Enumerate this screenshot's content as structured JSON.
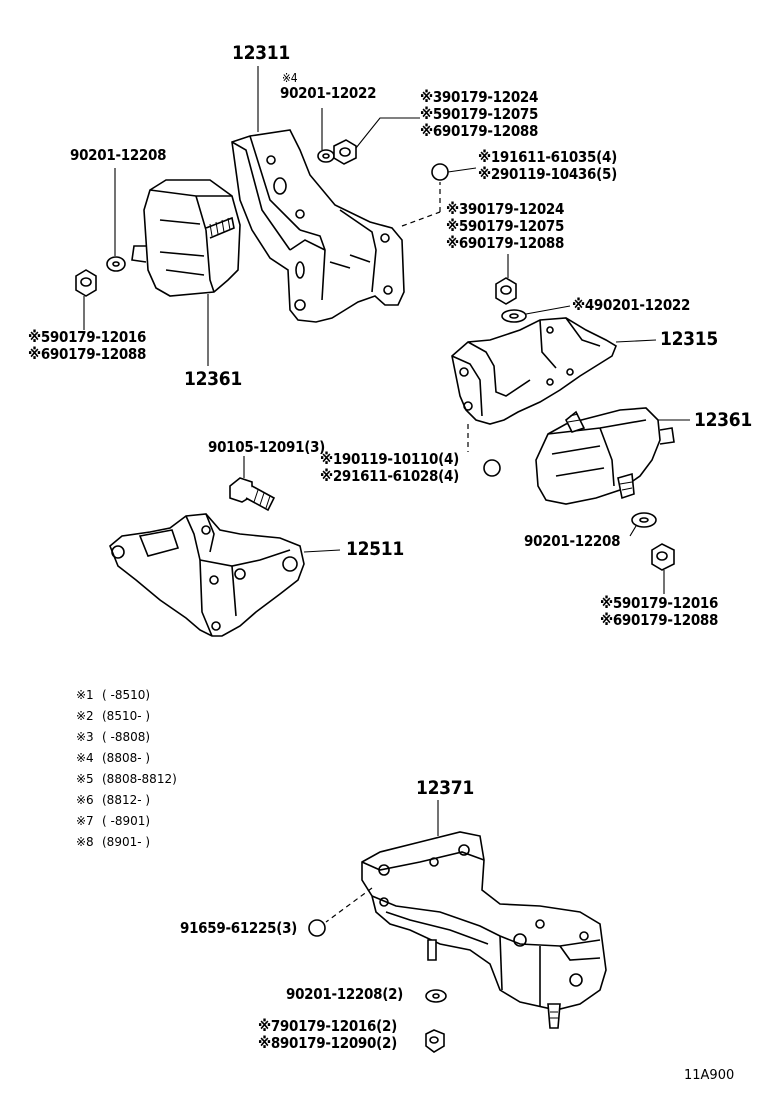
{
  "diagram": {
    "parts": {
      "p12311": "12311",
      "p12361_left": "12361",
      "p12315": "12315",
      "p12361_right": "12361",
      "p12511": "12511",
      "p12371": "12371"
    },
    "callouts": {
      "c_top_4_mark": "※4",
      "c_top_4_num": "90201-12022",
      "c_top_a1": "※390179-12024",
      "c_top_a2": "※590179-12075",
      "c_top_a3": "※690179-12088",
      "c_left_washer": "90201-12208",
      "c_b1": "※191611-61035(4)",
      "c_b2": "※290119-10436(5)",
      "c_mid_a1": "※390179-12024",
      "c_mid_a2": "※590179-12075",
      "c_mid_a3": "※690179-12088",
      "c_right_washer": "※490201-12022",
      "c_left_nut1": "※590179-12016",
      "c_left_nut2": "※690179-12088",
      "c_bolt": "90105-12091(3)",
      "c_mid_b1": "※190119-10110(4)",
      "c_mid_b2": "※291611-61028(4)",
      "c_right_washer2": "90201-12208",
      "c_right_nut1": "※590179-12016",
      "c_right_nut2": "※690179-12088",
      "c_bottom_bolt": "91659-61225(3)",
      "c_bottom_washer": "90201-12208(2)",
      "c_bottom_nut1": "※790179-12016(2)",
      "c_bottom_nut2": "※890179-12090(2)"
    },
    "legend": [
      {
        "mark": "※1",
        "range": "(      -8510)"
      },
      {
        "mark": "※2",
        "range": "(8510-      )"
      },
      {
        "mark": "※3",
        "range": "(      -8808)"
      },
      {
        "mark": "※4",
        "range": "(8808-      )"
      },
      {
        "mark": "※5",
        "range": "(8808-8812)"
      },
      {
        "mark": "※6",
        "range": "(8812-      )"
      },
      {
        "mark": "※7",
        "range": "(      -8901)"
      },
      {
        "mark": "※8",
        "range": "(8901-      )"
      }
    ],
    "figure_code": "11A900"
  }
}
